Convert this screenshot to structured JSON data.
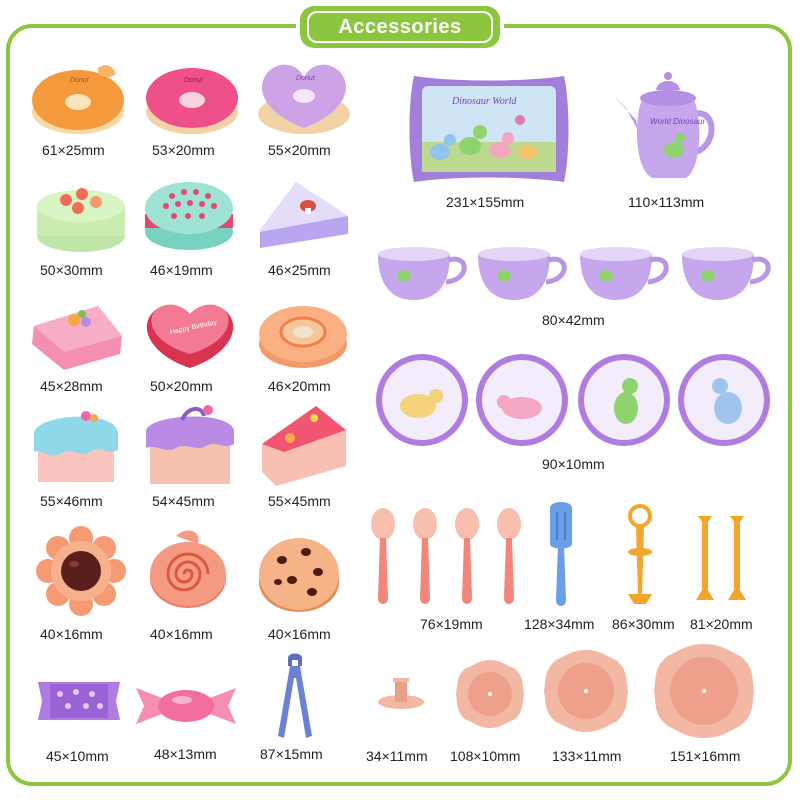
{
  "title": "Accessories",
  "colors": {
    "border": "#8cc63f",
    "purple": "#c9a6e6",
    "pink": "#f07aa0",
    "peach": "#f2b08a",
    "orange": "#f5a04a",
    "mint": "#9fe3d4"
  },
  "left_items": [
    {
      "name": "orange-donut",
      "size": "61×25mm"
    },
    {
      "name": "pink-donut",
      "size": "53×20mm"
    },
    {
      "name": "purple-heart-donut",
      "size": "55×20mm"
    },
    {
      "name": "green-cake",
      "size": "50×30mm"
    },
    {
      "name": "mint-macaron",
      "size": "46×19mm"
    },
    {
      "name": "purple-cake-slice",
      "size": "46×25mm"
    },
    {
      "name": "pink-cake-block",
      "size": "45×28mm"
    },
    {
      "name": "heart-cake",
      "size": "50×20mm"
    },
    {
      "name": "peach-donut",
      "size": "46×20mm"
    },
    {
      "name": "blue-frosted-cake",
      "size": "55×46mm"
    },
    {
      "name": "purple-frosted-cake",
      "size": "54×45mm"
    },
    {
      "name": "strawberry-cake-slice",
      "size": "55×45mm"
    },
    {
      "name": "flower-cookie",
      "size": "40×16mm"
    },
    {
      "name": "swirl-cookie",
      "size": "40×16mm"
    },
    {
      "name": "chocolate-chip-cookie",
      "size": "40×16mm"
    },
    {
      "name": "purple-candy-bar",
      "size": "45×10mm"
    },
    {
      "name": "pink-wrapped-candy",
      "size": "48×13mm"
    },
    {
      "name": "blue-tongs",
      "size": "87×15mm"
    }
  ],
  "right_items": {
    "tray": {
      "text": "Dinosaur World",
      "size": "231×155mm"
    },
    "teapot": {
      "text": "World Dinosaur",
      "size": "110×113mm"
    },
    "cups": {
      "size": "80×42mm"
    },
    "plates": {
      "size": "90×10mm"
    },
    "spoons": {
      "size": "76×19mm"
    },
    "spatula": {
      "size": "128×34mm"
    },
    "stand-handle": {
      "size": "86×30mm"
    },
    "stand-poles": {
      "size": "81×20mm"
    },
    "stand-cap": {
      "size": "34×11mm"
    },
    "small-tier": {
      "size": "108×10mm"
    },
    "mid-tier": {
      "size": "133×11mm"
    },
    "large-tier": {
      "size": "151×16mm"
    }
  }
}
